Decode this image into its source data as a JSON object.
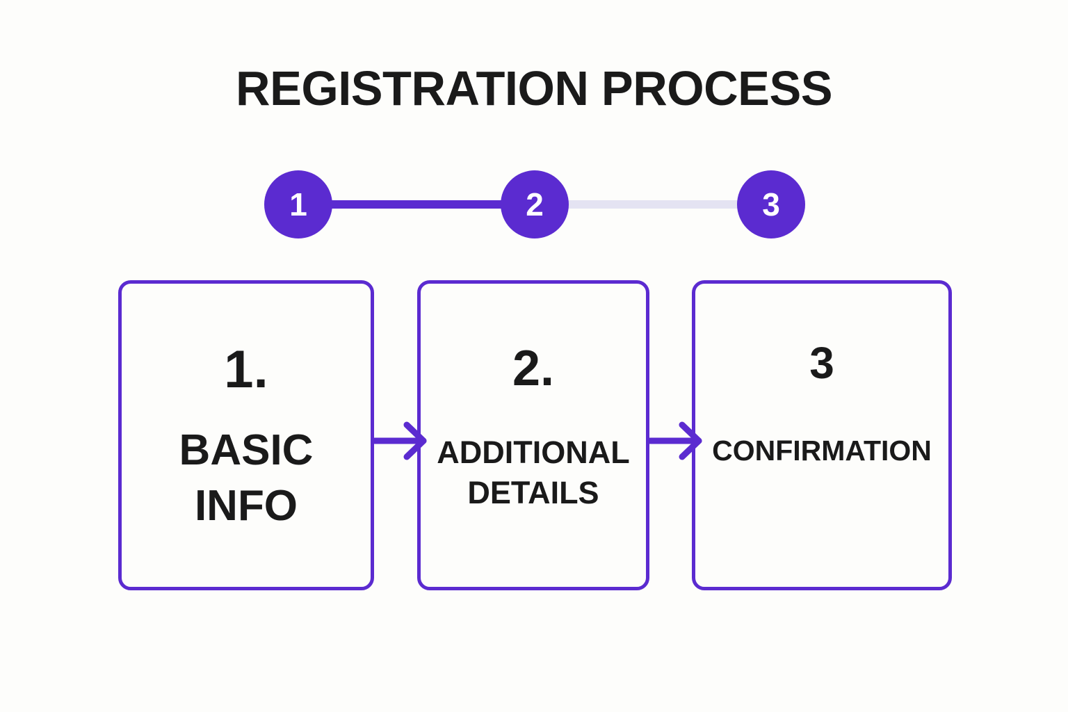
{
  "page": {
    "title": "REGISTRATION PROCESS",
    "background_color": "#fdfdfb",
    "accent_color": "#5b2bd0",
    "inactive_color": "#e4e3f2",
    "text_color": "#1a1a1a"
  },
  "stepper": {
    "current_step": 2,
    "total_steps": 3,
    "steps": [
      {
        "number": "1",
        "state": "active"
      },
      {
        "number": "2",
        "state": "active"
      },
      {
        "number": "3",
        "state": "upcoming"
      }
    ],
    "connectors": [
      {
        "from": "1",
        "to": "2",
        "state": "active",
        "color": "#5b2bd0"
      },
      {
        "from": "2",
        "to": "3",
        "state": "inactive",
        "color": "#e4e3f2"
      }
    ]
  },
  "cards": [
    {
      "number": "1.",
      "label_line_1": "BASIC",
      "label_line_2": "INFO",
      "label_full": "BASIC INFO"
    },
    {
      "number": "2.",
      "label_line_1": "ADDITIONAL",
      "label_line_2": "DETAILS",
      "label_full": "ADDITIONAL DETAILS"
    },
    {
      "number": "3",
      "label_line_1": "CONFIRMATION",
      "label_line_2": "",
      "label_full": "CONFIRMATION"
    }
  ],
  "arrows": [
    {
      "from": "1",
      "to": "2",
      "direction": "right"
    },
    {
      "from": "2",
      "to": "3",
      "direction": "right"
    }
  ]
}
